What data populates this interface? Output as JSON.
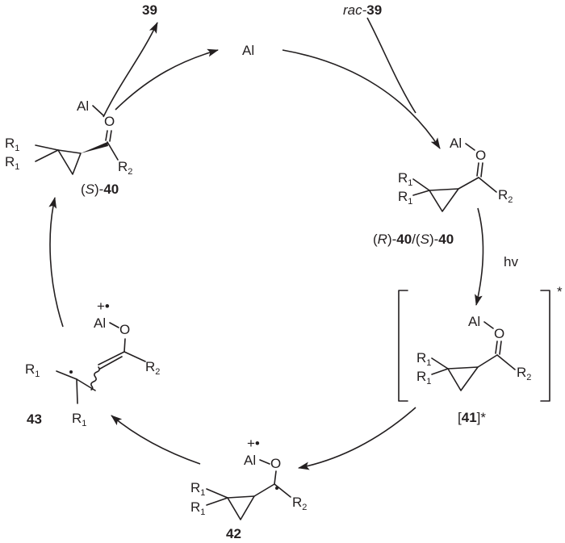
{
  "atoms": {
    "al": "Al",
    "o": "O",
    "r1": "R",
    "r2": "R",
    "sub1": "1",
    "sub2": "2",
    "radical_cation": "+•"
  },
  "compounds": {
    "c39_top": "39",
    "rac_prefix": "rac-",
    "rac_number": "39",
    "s40_open": "(",
    "s40_config": "S",
    "s40_close": ")-",
    "s40_number": "40",
    "rs40_open1": "(",
    "rs40_config1": "R",
    "rs40_close1": ")-",
    "rs40_num1": "40",
    "rs40_sep": "/(",
    "rs40_config2": "S",
    "rs40_close2": ")-",
    "rs40_num2": "40",
    "c41_open": "[",
    "c41_number": "41",
    "c41_close": "]*",
    "c42": "42",
    "c43": "43"
  },
  "conditions": {
    "hv": "hv"
  },
  "bracket_star": "*"
}
